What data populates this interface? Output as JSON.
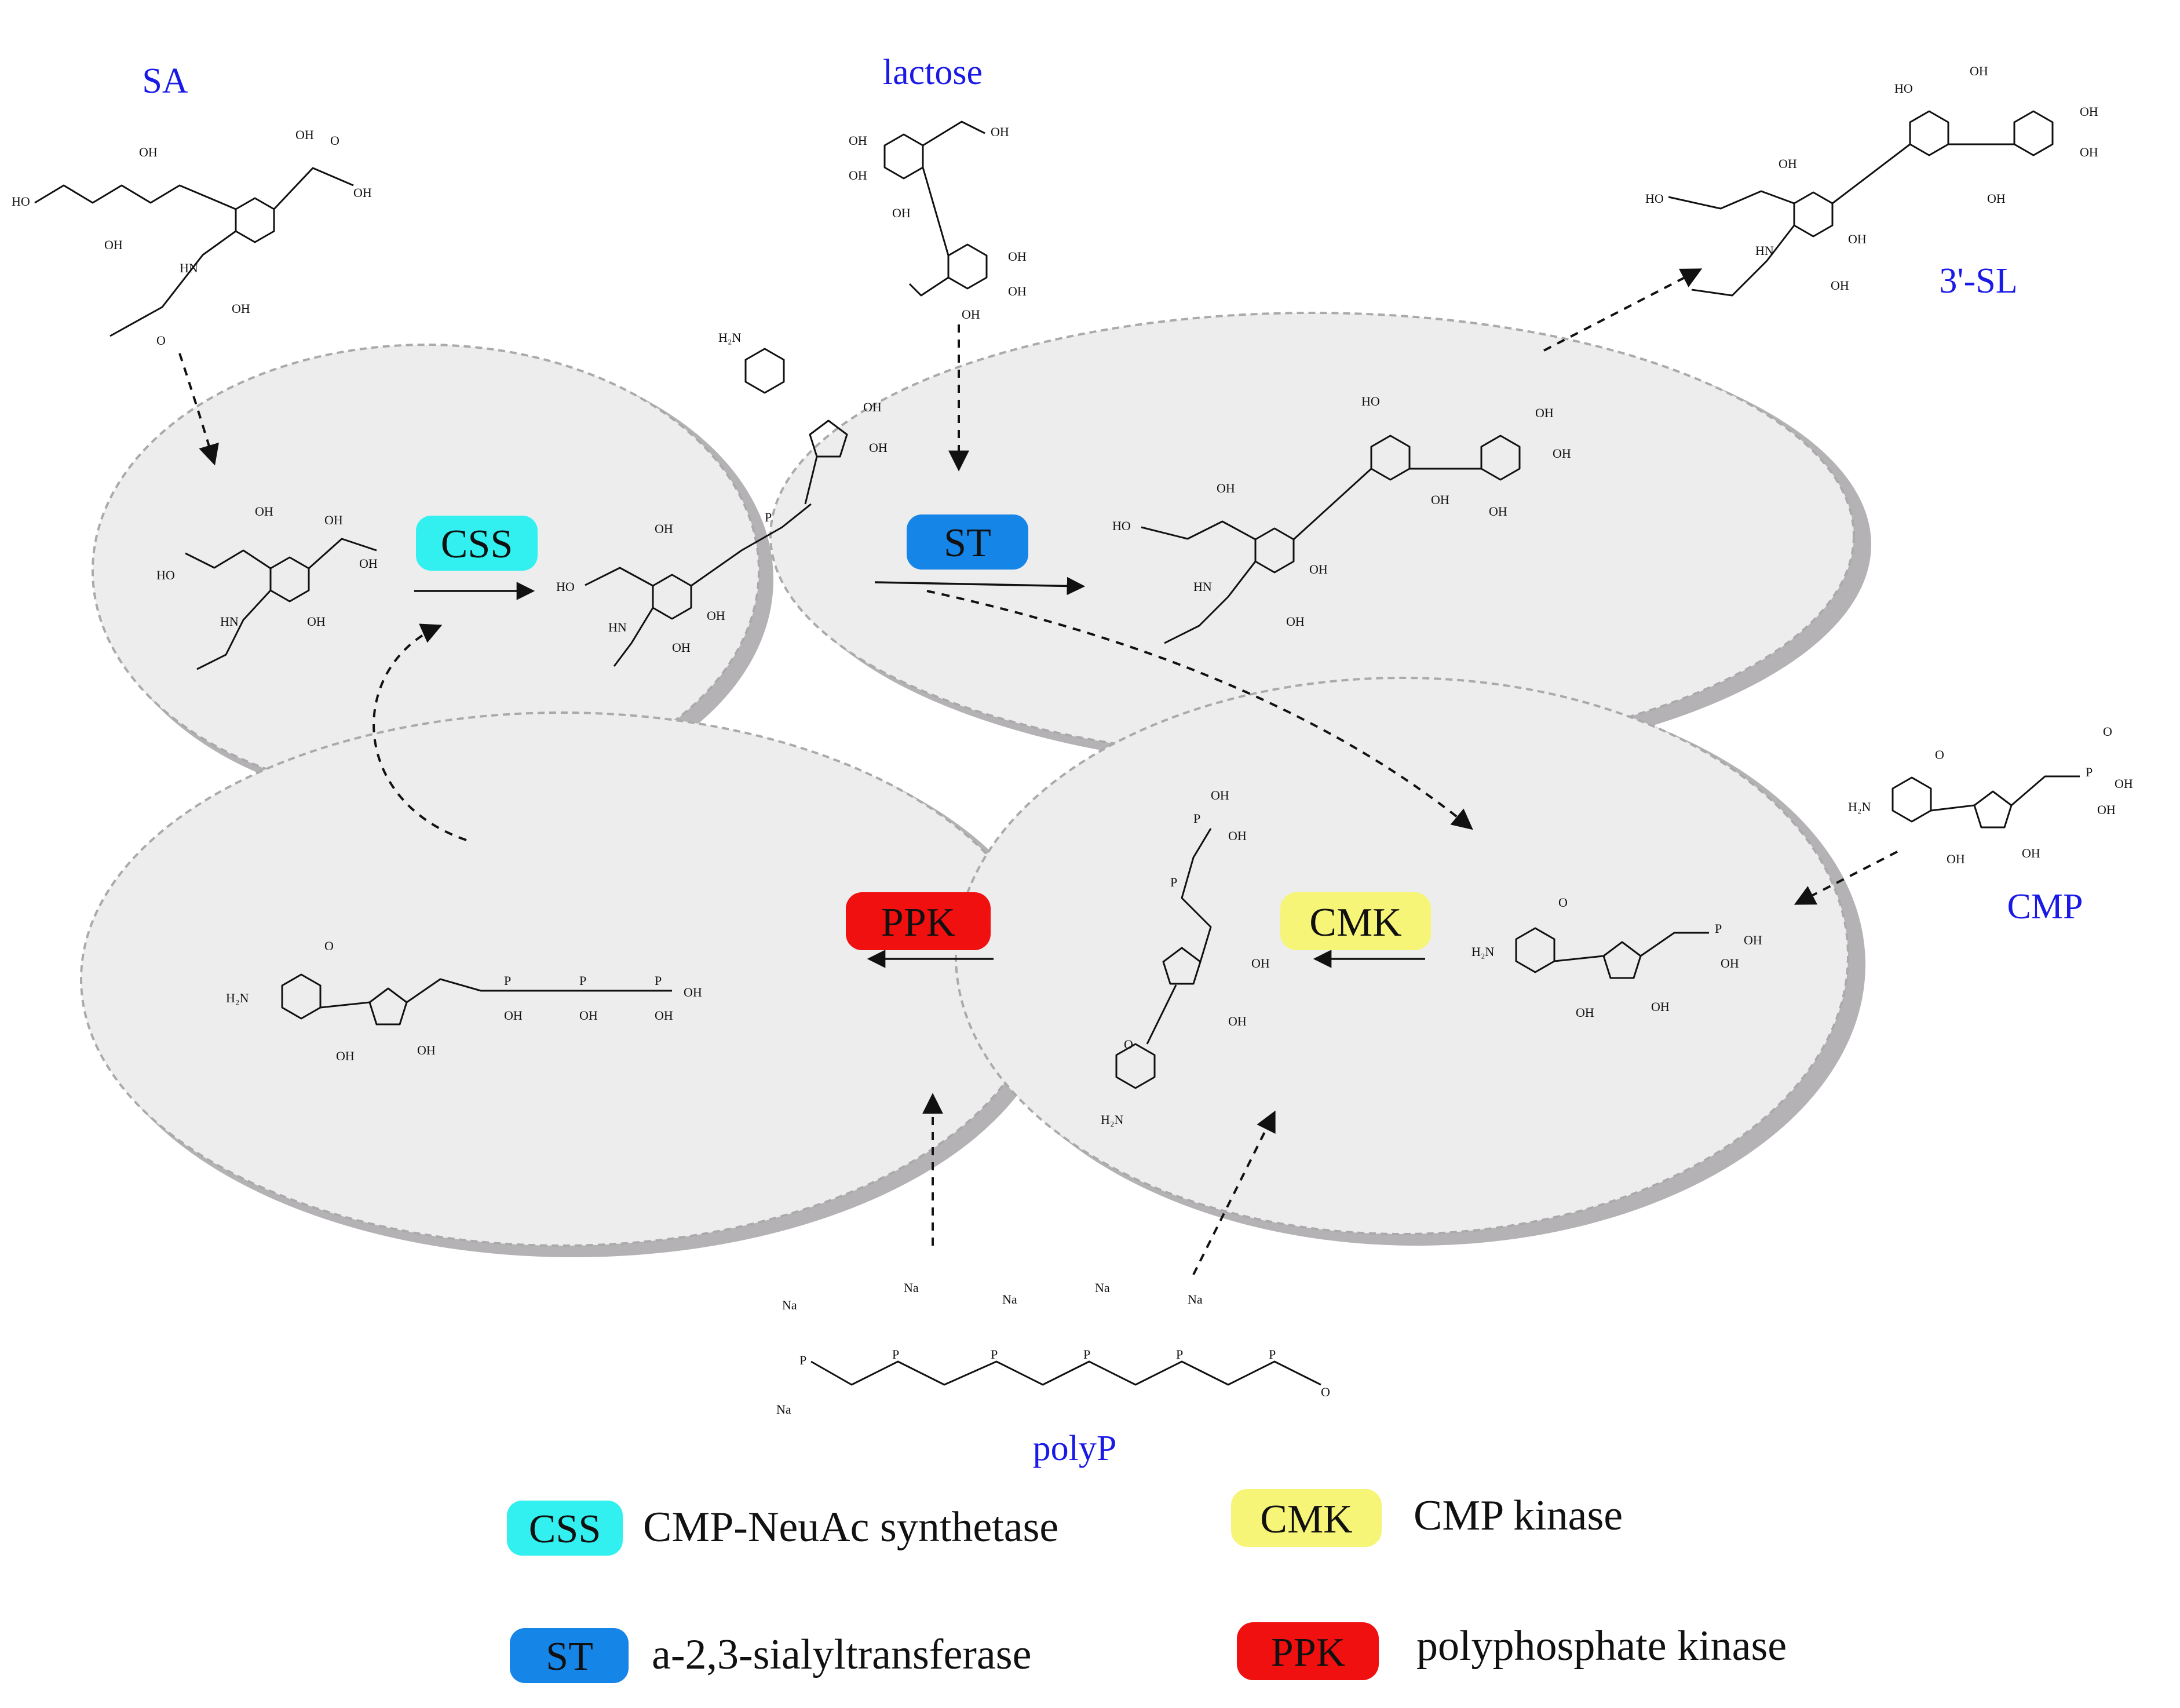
{
  "molecules": {
    "sa": "SA",
    "lactose": "lactose",
    "sl": "3'-SL",
    "cmp": "CMP",
    "polyp": "polyP"
  },
  "enzymes": {
    "css": {
      "abbr": "CSS",
      "color": "#33f0f0"
    },
    "st": {
      "abbr": "ST",
      "color": "#1585e8"
    },
    "cmk": {
      "abbr": "CMK",
      "color": "#f6f578"
    },
    "ppk": {
      "abbr": "PPK",
      "color": "#f01010"
    }
  },
  "legend": [
    {
      "abbr": "CSS",
      "name": "CMP-NeuAc synthetase",
      "color": "#33f0f0"
    },
    {
      "abbr": "ST",
      "name": "a-2,3-sialyltransferase",
      "color": "#1585e8"
    },
    {
      "abbr": "CMK",
      "name": "CMP kinase",
      "color": "#f6f578"
    },
    {
      "abbr": "PPK",
      "name": "polyphosphate kinase",
      "color": "#f01010"
    }
  ],
  "atoms": {
    "oh": "OH",
    "ho": "HO",
    "o": "O",
    "p": "P",
    "n": "N",
    "hn": "HN",
    "nh2": "H₂N",
    "na": "Na"
  }
}
